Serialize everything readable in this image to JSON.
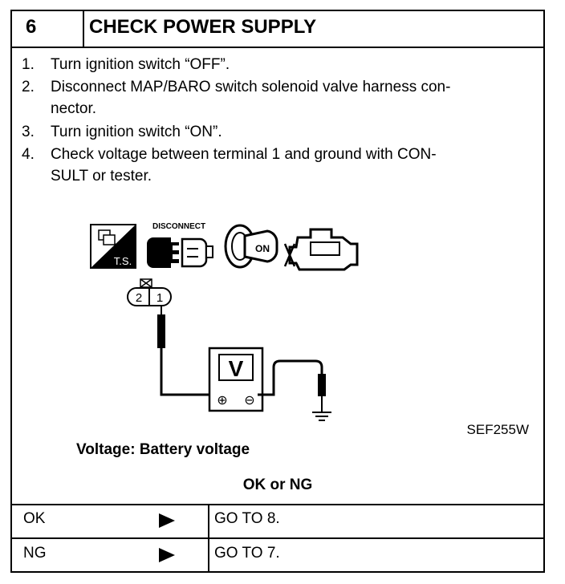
{
  "header": {
    "step_number": "6",
    "title": "CHECK POWER SUPPLY"
  },
  "procedure": [
    {
      "num": "1.",
      "lines": [
        "Turn ignition switch “OFF”."
      ]
    },
    {
      "num": "2.",
      "lines": [
        "Disconnect MAP/BARO switch solenoid valve harness con-",
        "nector."
      ]
    },
    {
      "num": "3.",
      "lines": [
        "Turn ignition switch “ON”."
      ]
    },
    {
      "num": "4.",
      "lines": [
        "Check voltage between terminal 1 and ground with CON-",
        "SULT or tester."
      ]
    }
  ],
  "figure": {
    "icon_labels": {
      "ts": "T.S.",
      "disconnect": "DISCONNECT",
      "on": "ON"
    },
    "connector_terminals": [
      "2",
      "1"
    ],
    "meter_symbol": "V",
    "plus_symbol": "⊕",
    "minus_symbol": "⊖",
    "figure_code": "SEF255W"
  },
  "specification": "Voltage: Battery voltage",
  "judgement_header": "OK or NG",
  "results": [
    {
      "label": "OK",
      "action": "GO TO 8."
    },
    {
      "label": "NG",
      "action": "GO TO 7."
    }
  ]
}
